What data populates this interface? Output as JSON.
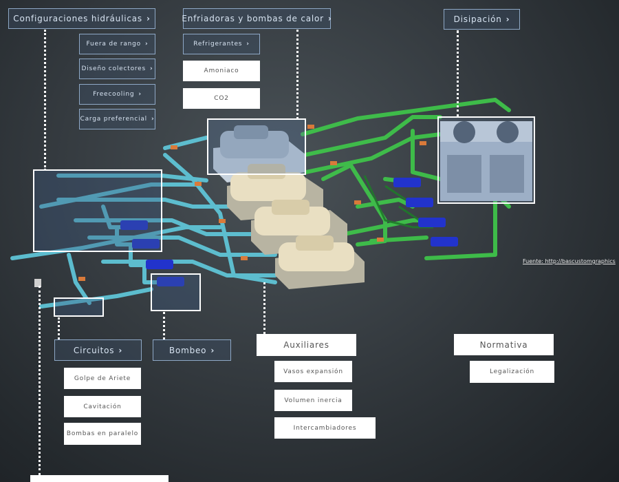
{
  "colors": {
    "accent_outline": "#8fa9c7",
    "pipe_cyan": "#5fc4d6",
    "pipe_green": "#3fc24a",
    "pump_blue": "#2233cc",
    "chiller_cream": "#e9dfc2"
  },
  "top_menus": {
    "hydraulic": {
      "label": "Configuraciones hidráulicas",
      "items": [
        "Fuera de rango",
        "Diseño colectores",
        "Freecooling",
        "Carga preferencial"
      ]
    },
    "chillers": {
      "label": "Enfriadoras y bombas de calor",
      "submenu": "Refrigerantes",
      "items": [
        "Amoniaco",
        "CO2"
      ]
    },
    "dissipation": {
      "label": "Disipación"
    }
  },
  "bottom_menus": {
    "circuits": {
      "label": "Circuitos",
      "items": [
        "Golpe de Ariete",
        "Cavitación",
        "Bombas en paralelo"
      ]
    },
    "pumping": {
      "label": "Bombeo"
    },
    "auxiliaries": {
      "label": "Auxiliares",
      "items": [
        "Vasos expansión",
        "Volumen inercia",
        "Intercambiadores"
      ]
    },
    "regulation": {
      "label": "Normativa",
      "items": [
        "Legalización"
      ]
    }
  },
  "credit": "Fuente: http://bascustomgraphics"
}
